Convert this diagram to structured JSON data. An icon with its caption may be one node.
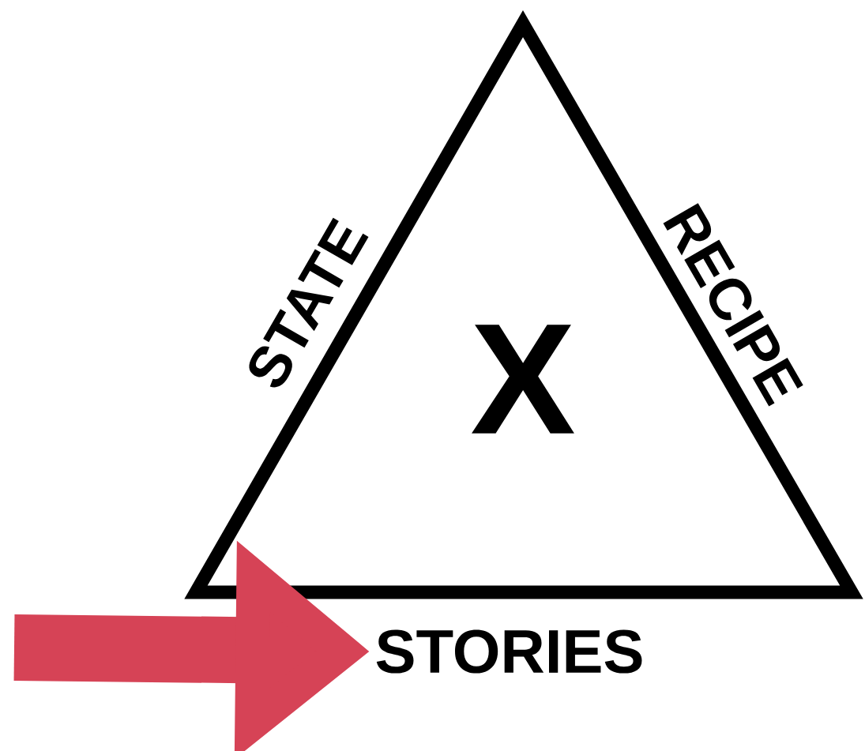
{
  "diagram": {
    "nodes": [
      {
        "text": [
          "X"
        ],
        "beside": [
          "STATE",
          "RECIPE"
        ]
      },
      {
        "text": [
          "STORIES"
        ]
      }
    ],
    "edges": [
      {
        "from": null,
        "to": 1,
        "arrow": "to",
        "color": "#d64356"
      }
    ]
  }
}
